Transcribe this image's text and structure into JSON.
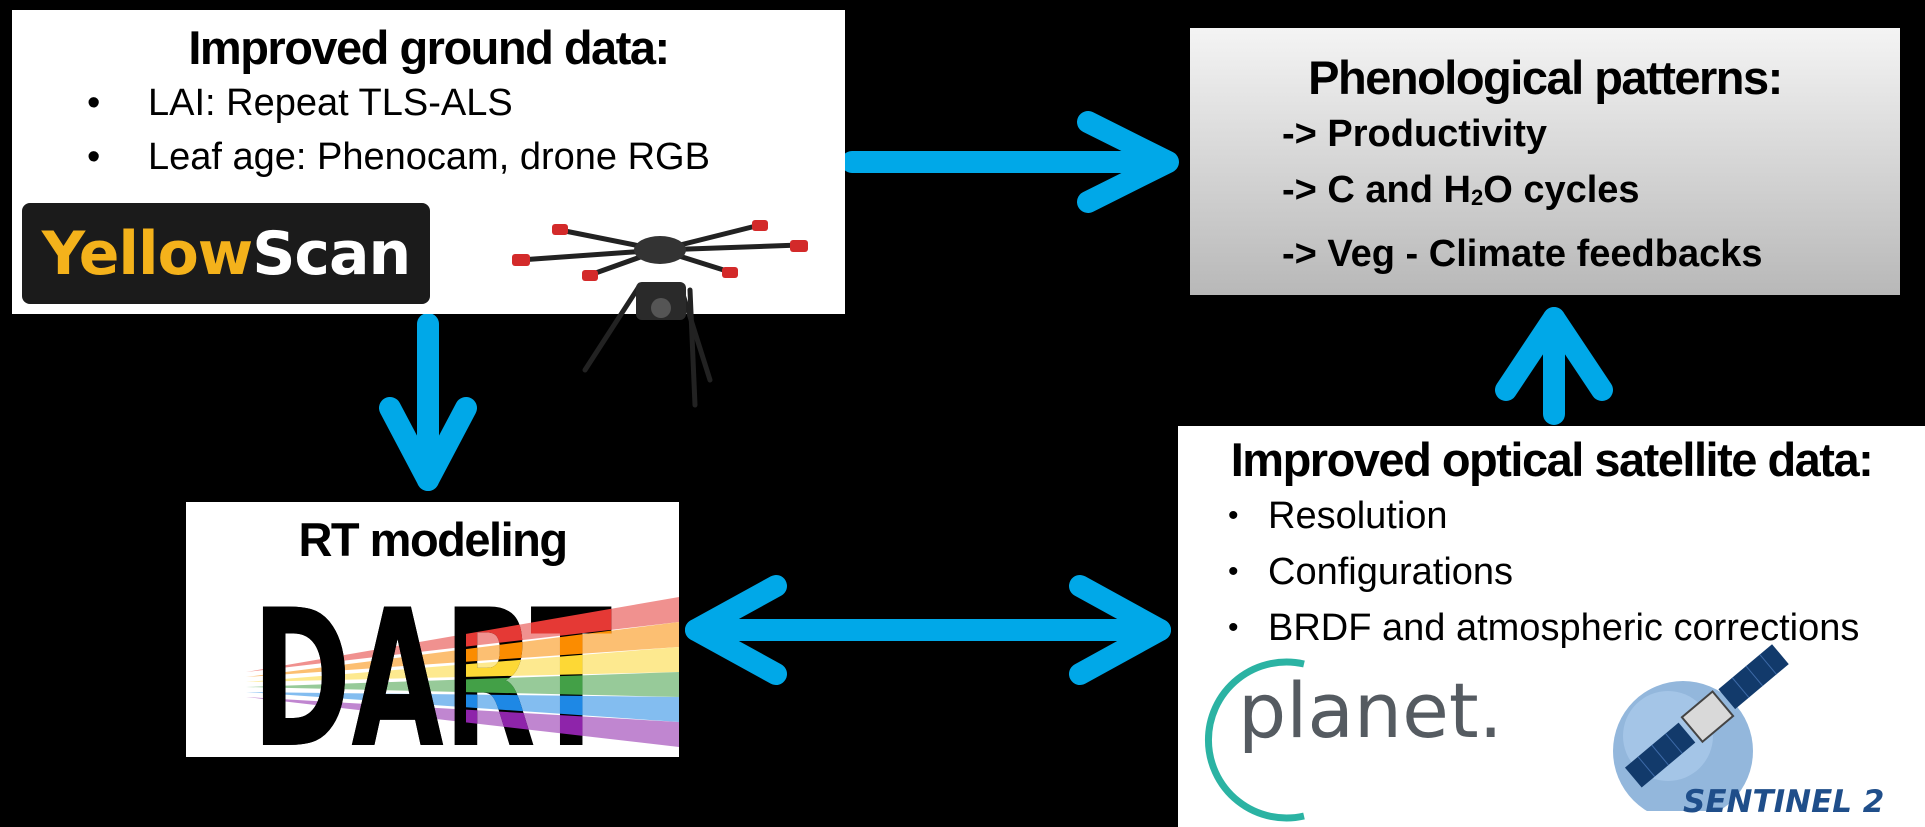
{
  "ground": {
    "title": "Improved ground data:",
    "bullets": [
      "LAI: Repeat TLS-ALS",
      "Leaf age: Phenocam, drone RGB"
    ],
    "logo": {
      "part1": "Yellow",
      "part2": "Scan"
    },
    "drone_icon": "drone-icon"
  },
  "pheno": {
    "title": "Phenological patterns:",
    "items": {
      "productivity": "-> Productivity",
      "cycles_prefix": "-> C and H",
      "cycles_sub": "2",
      "cycles_suffix": "O cycles",
      "feedbacks": "-> Veg - Climate feedbacks"
    }
  },
  "rt": {
    "title": "RT modeling",
    "logo": "DART"
  },
  "sat": {
    "title": "Improved optical satellite data:",
    "bullets": [
      "Resolution",
      "Configurations",
      "BRDF and atmospheric corrections"
    ],
    "planet_logo": "planet.",
    "sentinel_logo": "SENTINEL 2",
    "satellite_icon": "satellite-icon"
  },
  "colors": {
    "arrow": "#00a8e8",
    "yellowscan_yellow": "#f4b21b"
  }
}
